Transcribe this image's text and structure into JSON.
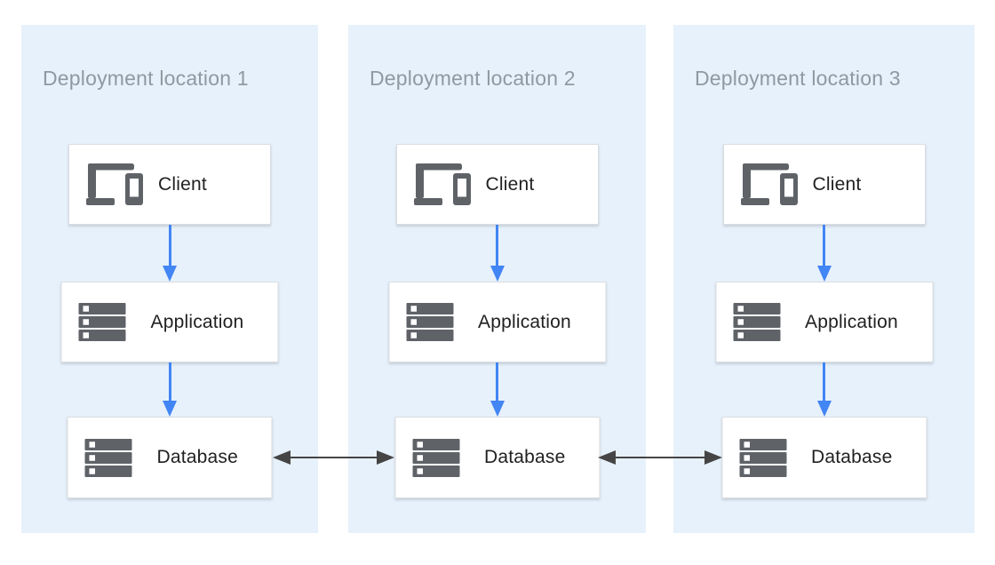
{
  "panels": [
    {
      "title": "Deployment location 1",
      "nodes": [
        {
          "label": "Client",
          "icon": "devices-icon"
        },
        {
          "label": "Application",
          "icon": "server-stack-icon"
        },
        {
          "label": "Database",
          "icon": "server-stack-icon"
        }
      ]
    },
    {
      "title": "Deployment location 2",
      "nodes": [
        {
          "label": "Client",
          "icon": "devices-icon"
        },
        {
          "label": "Application",
          "icon": "server-stack-icon"
        },
        {
          "label": "Database",
          "icon": "server-stack-icon"
        }
      ]
    },
    {
      "title": "Deployment location 3",
      "nodes": [
        {
          "label": "Client",
          "icon": "devices-icon"
        },
        {
          "label": "Application",
          "icon": "server-stack-icon"
        },
        {
          "label": "Database",
          "icon": "server-stack-icon"
        }
      ]
    }
  ],
  "edges": {
    "intra_panel_flows": [
      {
        "from": "Client",
        "to": "Application",
        "direction": "down"
      },
      {
        "from": "Application",
        "to": "Database",
        "direction": "down"
      }
    ],
    "inter_panel_replication": [
      {
        "from": "Database @ Deployment location 1",
        "to": "Database @ Deployment location 2",
        "direction": "bidirectional"
      },
      {
        "from": "Database @ Deployment location 2",
        "to": "Database @ Deployment location 3",
        "direction": "bidirectional"
      }
    ]
  },
  "colors": {
    "panel_background": "#E7F1FB",
    "node_background": "#FFFFFF",
    "node_border": "#D9DDE1",
    "flow_arrow": "#4285F4",
    "replication_arrow": "#454545",
    "icon_gray": "#5F6368",
    "panel_title_text": "#8F99A1",
    "node_label_text": "#212121"
  }
}
